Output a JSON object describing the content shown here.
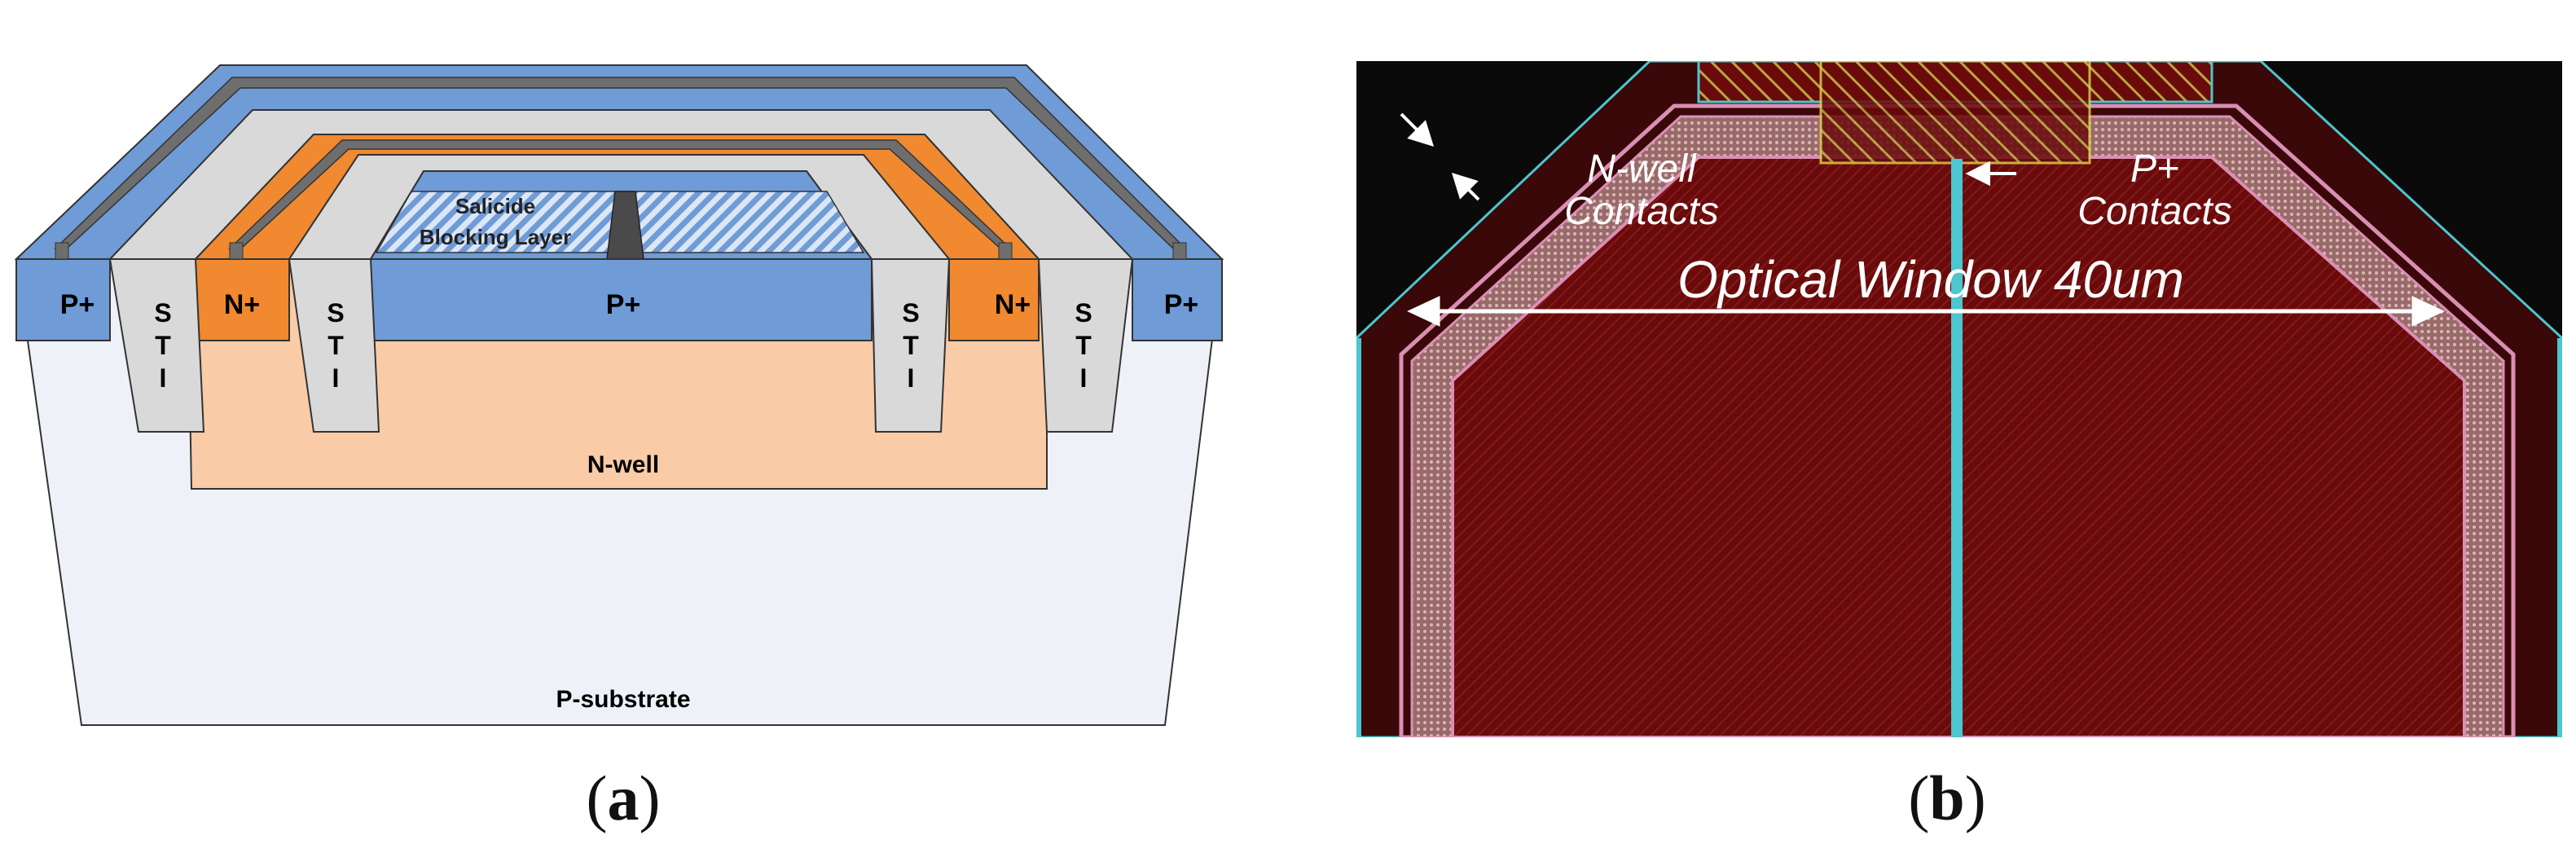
{
  "panel_a": {
    "labels": {
      "p_plus_left": "P+",
      "p_plus_center": "P+",
      "p_plus_right": "P+",
      "n_plus_left": "N+",
      "n_plus_right": "N+",
      "sti_letters": [
        "S",
        "T",
        "I"
      ],
      "salicide_line1": "Salicide",
      "salicide_line2": "Blocking Layer",
      "n_well": "N-well",
      "p_substrate": "P-substrate"
    },
    "caption_open": "(",
    "caption_letter": "a",
    "caption_close": ")"
  },
  "panel_b": {
    "nwell_contacts_line1": "N-well",
    "nwell_contacts_line2": "Contacts",
    "p_contacts_line1": "P+",
    "p_contacts_line2": "Contacts",
    "optical_window": "Optical Window 40um",
    "caption_open": "(",
    "caption_letter": "b",
    "caption_close": ")"
  },
  "colors": {
    "p_plus": "#6f9bd6",
    "n_plus": "#f0892f",
    "n_well": "#f9cba6",
    "p_substrate": "#eef1f7",
    "sti": "#d9d9d9",
    "metal": "#6e6e6e",
    "layout_bg": "#0a0a0a",
    "layout_fill": "#6b0a0a",
    "layout_cyan": "#4cc6cf",
    "layout_pink": "#d98fb4",
    "layout_yellow": "#d6cf4a"
  }
}
